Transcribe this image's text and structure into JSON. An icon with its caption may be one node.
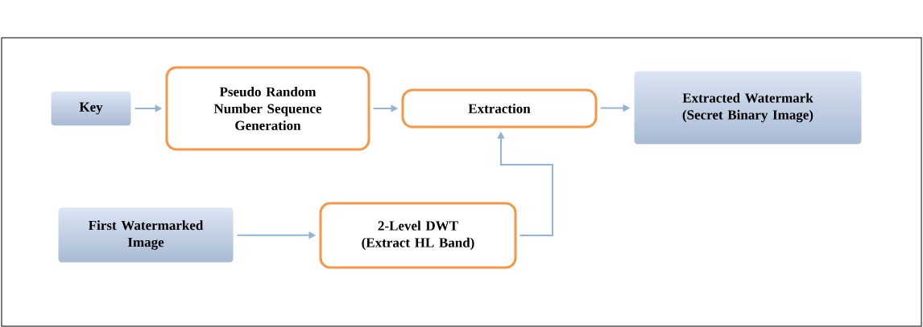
{
  "diagram": {
    "nodes": [
      {
        "text": [
          "Key"
        ]
      },
      {
        "text": [
          "Pseudo Random Number Sequence Generation"
        ]
      },
      {
        "text": [
          "Extraction"
        ]
      },
      {
        "text": [
          "Extracted Watermark (Secret Binary Image)"
        ]
      },
      {
        "text": [
          "First Watermarked Image"
        ]
      },
      {
        "text": [
          "2-Level DWT (Extract HL Band)"
        ]
      }
    ],
    "edges": [
      {
        "from": 0,
        "to": 1,
        "arrow": "to"
      },
      {
        "from": 1,
        "to": 2,
        "arrow": "to"
      },
      {
        "from": 2,
        "to": 3,
        "arrow": "to"
      },
      {
        "from": 4,
        "to": 5,
        "arrow": "to"
      },
      {
        "from": 5,
        "to": 2,
        "arrow": "to"
      }
    ]
  }
}
